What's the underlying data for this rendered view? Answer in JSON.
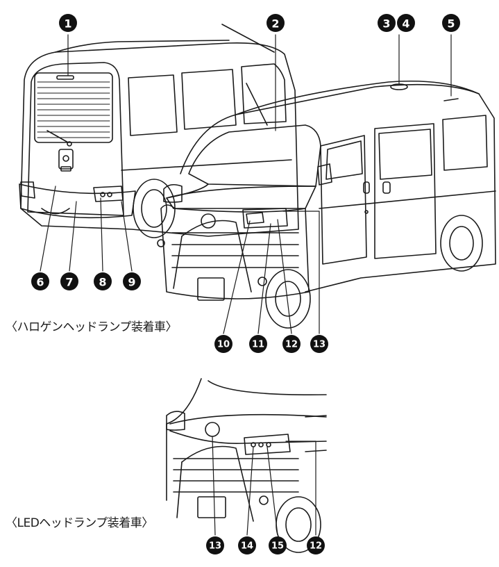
{
  "captions": {
    "halogen": "〈ハロゲンヘッドランプ装着車〉",
    "led": "〈LEDヘッドランプ装着車〉"
  },
  "callouts": [
    {
      "id": "c1",
      "label": "1"
    },
    {
      "id": "c2",
      "label": "2"
    },
    {
      "id": "c3",
      "label": "3"
    },
    {
      "id": "c4",
      "label": "4"
    },
    {
      "id": "c5",
      "label": "5"
    },
    {
      "id": "c6",
      "label": "6"
    },
    {
      "id": "c7",
      "label": "7"
    },
    {
      "id": "c8",
      "label": "8"
    },
    {
      "id": "c9",
      "label": "9"
    },
    {
      "id": "c10",
      "label": "10"
    },
    {
      "id": "c11",
      "label": "11"
    },
    {
      "id": "c12",
      "label": "12"
    },
    {
      "id": "c13",
      "label": "13"
    },
    {
      "id": "c14",
      "label": "13"
    },
    {
      "id": "c15",
      "label": "14"
    },
    {
      "id": "c16",
      "label": "15"
    },
    {
      "id": "c17",
      "label": "12"
    }
  ],
  "colors": {
    "ink": "#1a1a1a",
    "badge": "#111111",
    "paper": "#ffffff"
  }
}
